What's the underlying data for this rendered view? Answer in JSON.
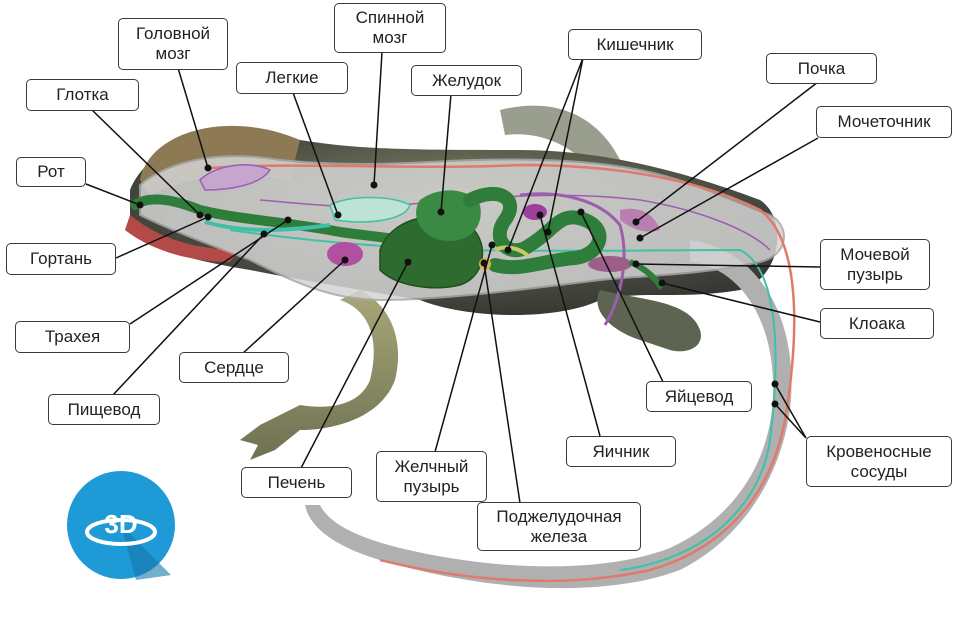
{
  "labels": {
    "mouth": "Рот",
    "pharynx": "Глотка",
    "brain": [
      "Головной",
      "мозг"
    ],
    "spinal_cord": [
      "Спинной",
      "мозг"
    ],
    "lungs": "Легкие",
    "stomach": "Желудок",
    "intestine": "Кишечник",
    "kidney": "Почка",
    "ureter": "Мочеточник",
    "bladder": [
      "Мочевой",
      "пузырь"
    ],
    "cloaca": "Клоака",
    "larynx": "Гортань",
    "trachea": "Трахея",
    "esophagus": "Пищевод",
    "heart": "Сердце",
    "liver": "Печень",
    "gallbladder": [
      "Желчный",
      "пузырь"
    ],
    "pancreas": [
      "Поджелудочная",
      "железа"
    ],
    "ovary": "Яичник",
    "oviduct": "Яйцевод",
    "vessels": [
      "Кровеносные",
      "сосуды"
    ]
  },
  "badge": {
    "text": "3D",
    "color": "#1e9ad6"
  },
  "colors": {
    "body_outline": "#c9c9c9",
    "skin_dark": "#3b3f3a",
    "skin_light": "#c8c49a",
    "organ_green": "#2f7d3a",
    "vessel_red": "#e06a55",
    "vessel_teal": "#3fc0a8",
    "purple": "#9b3f9b"
  },
  "icons": [
    "3d-rotate-icon"
  ]
}
